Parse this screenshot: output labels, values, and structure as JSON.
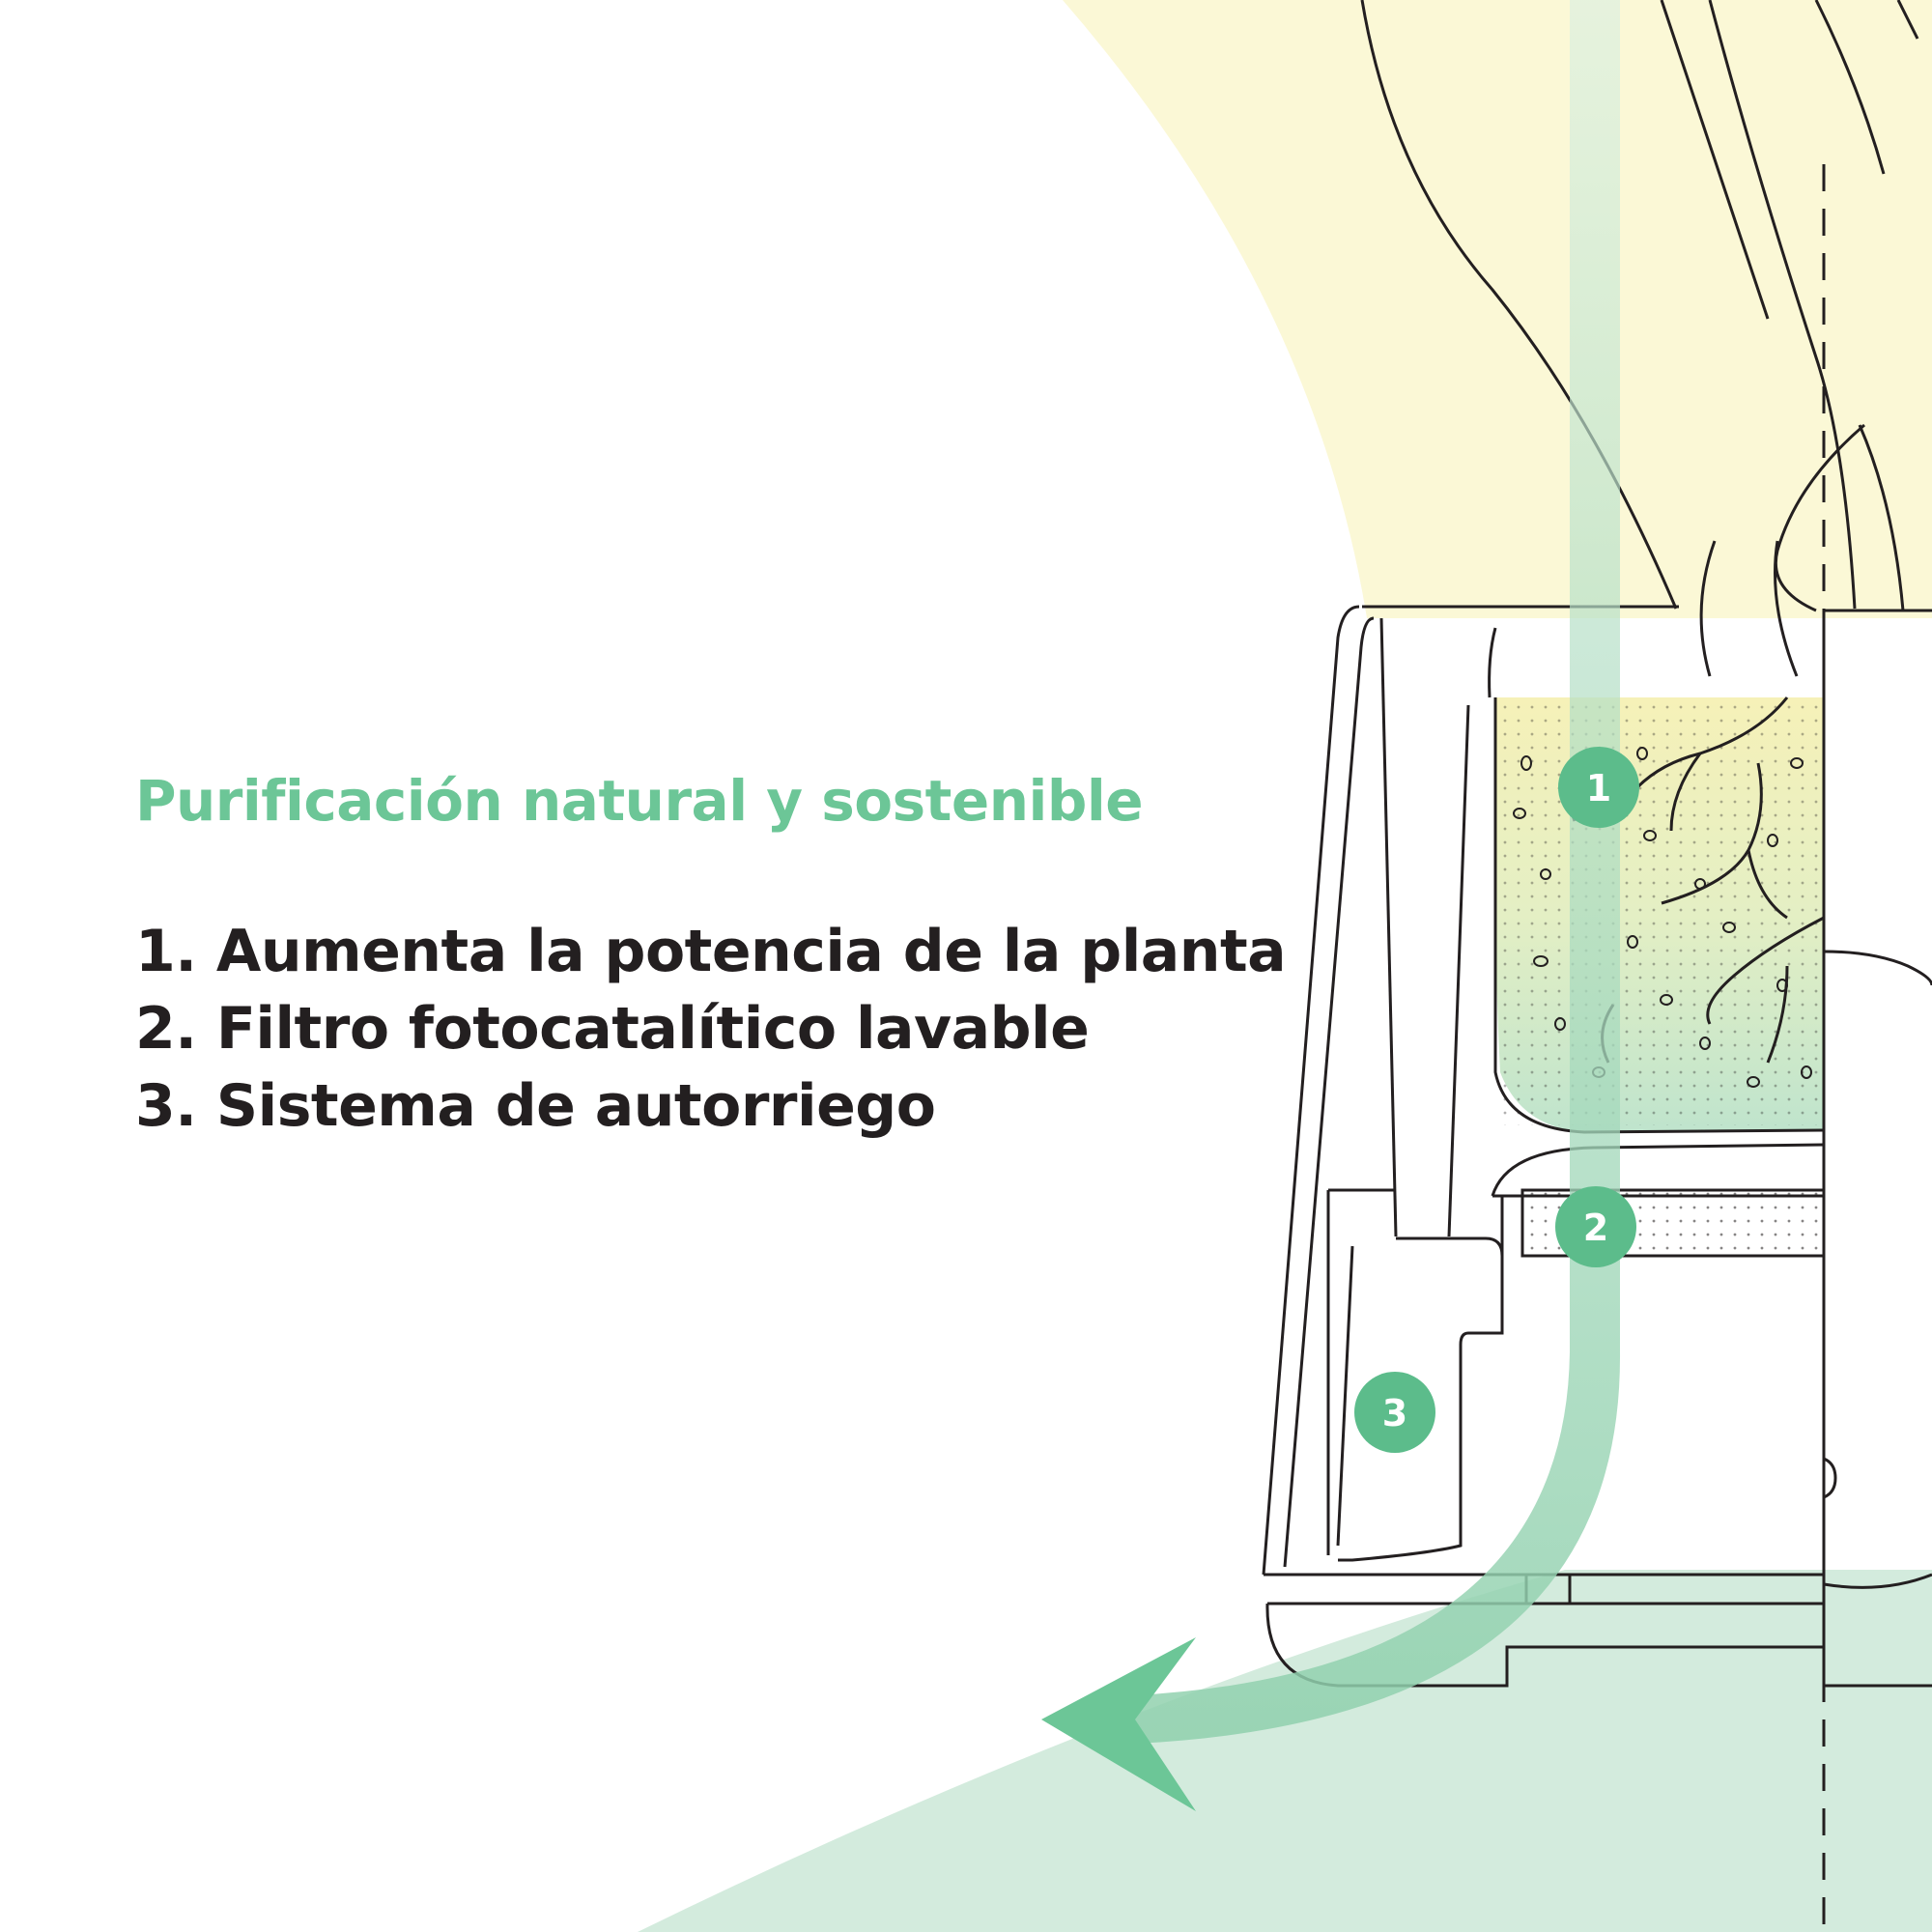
{
  "headline": "Purificación natural y sostenible",
  "features": [
    "1. Aumenta la potencia de la planta",
    "2. Filtro fotocatalítico lavable",
    "3. Sistema de autorriego"
  ],
  "markers": [
    "1",
    "2",
    "3"
  ],
  "colors": {
    "accent_green": "#6cc697",
    "marker_green": "#5cbc8b",
    "airflow_green": "#8fd0ad",
    "floor_mint": "#d3ebdd",
    "sunlight_yellow": "#fbf8d6",
    "text_dark": "#231f20",
    "outline": "#231f20"
  }
}
